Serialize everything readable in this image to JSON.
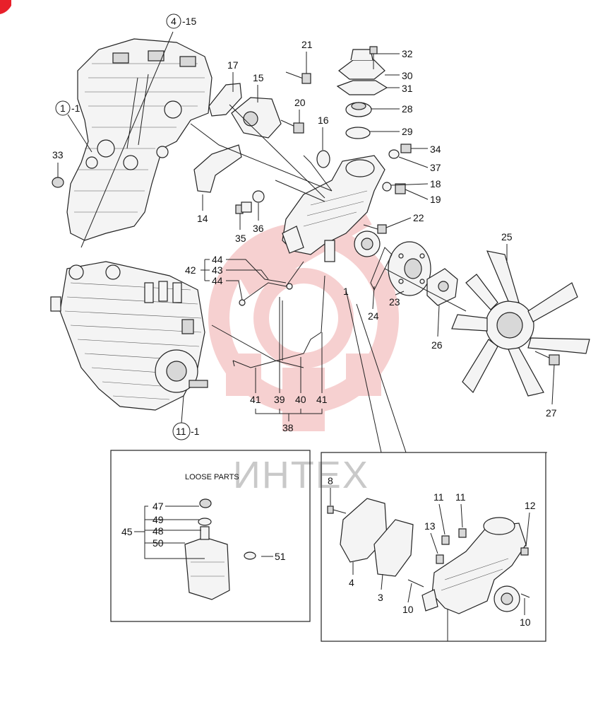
{
  "watermark": {
    "text": "ИНТЕХ",
    "logo_color": "#f6cccc"
  },
  "loose_parts_title": "LOOSE PARTS",
  "callouts": {
    "c1": "1",
    "c3": "3",
    "c4": "4",
    "c8": "8",
    "c10a": "10",
    "c10b": "10",
    "c11a": "11",
    "c11b": "11",
    "c12": "12",
    "c13": "13",
    "c14": "14",
    "c15top": "15",
    "c15": "15",
    "c16": "16",
    "c17": "17",
    "c18": "18",
    "c19": "19",
    "c20": "20",
    "c21": "21",
    "c22": "22",
    "c23": "23",
    "c24": "24",
    "c25": "25",
    "c26": "26",
    "c27": "27",
    "c28": "28",
    "c29": "29",
    "c30": "30",
    "c31": "31",
    "c32": "32",
    "c33": "33",
    "c34": "34",
    "c35": "35",
    "c36": "36",
    "c37": "37",
    "c38": "38",
    "c39": "39",
    "c40": "40",
    "c41a": "41",
    "c41b": "41",
    "c42": "42",
    "c43": "43",
    "c44a": "44",
    "c44b": "44",
    "c45": "45",
    "c47": "47",
    "c48": "48",
    "c49": "49",
    "c50": "50",
    "c51": "51",
    "ring1_num": "1",
    "ring1_suffix": "-1",
    "ring4_num": "4",
    "ring4_suffix": "-15",
    "ring11_num": "11",
    "ring11_suffix": "-1"
  },
  "colors": {
    "line": "#222222",
    "watermark_logo": "#f6cccc",
    "watermark_text": "#c9c9c9",
    "corner_mark": "#e8202a"
  }
}
